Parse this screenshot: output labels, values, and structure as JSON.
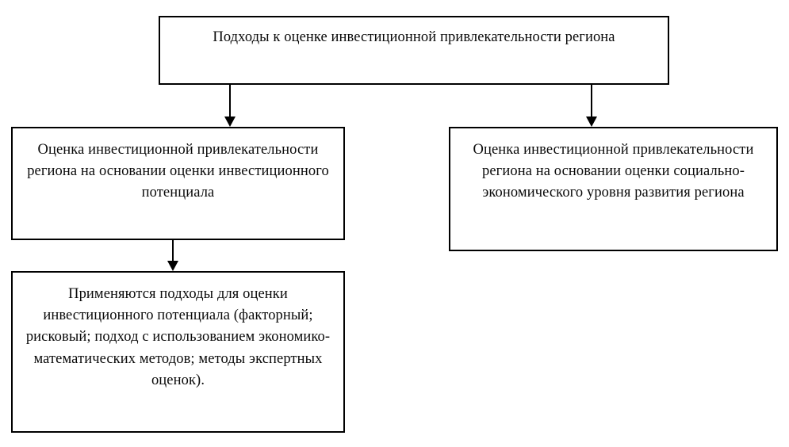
{
  "diagram": {
    "title_node": {
      "id": "root",
      "text": "Подходы к оценке инвестиционной привлекательности региона"
    },
    "nodes": [
      {
        "id": "potential",
        "text": "Оценка инвестиционной привлекательности региона на основании оценки инвестиционного потенциала"
      },
      {
        "id": "socio",
        "text": "Оценка инвестиционной привлекательности региона на основании оценки социально-экономического уровня развития региона"
      },
      {
        "id": "methods",
        "text": "Применяются подходы для оценки инвестиционного потенциала (факторный; рисковый; подход с использованием экономико-математических методов; методы экспертных оценок)."
      }
    ],
    "connectors": [
      {
        "id": "root-to-potential",
        "from": "root",
        "to": "potential",
        "direction": "down"
      },
      {
        "id": "root-to-socio",
        "from": "root",
        "to": "socio",
        "direction": "down"
      },
      {
        "id": "potential-to-methods",
        "from": "potential",
        "to": "methods",
        "direction": "down"
      }
    ],
    "style": {
      "border_color": "#000000",
      "text_color": "#0a0a0a",
      "background": "#ffffff"
    }
  }
}
